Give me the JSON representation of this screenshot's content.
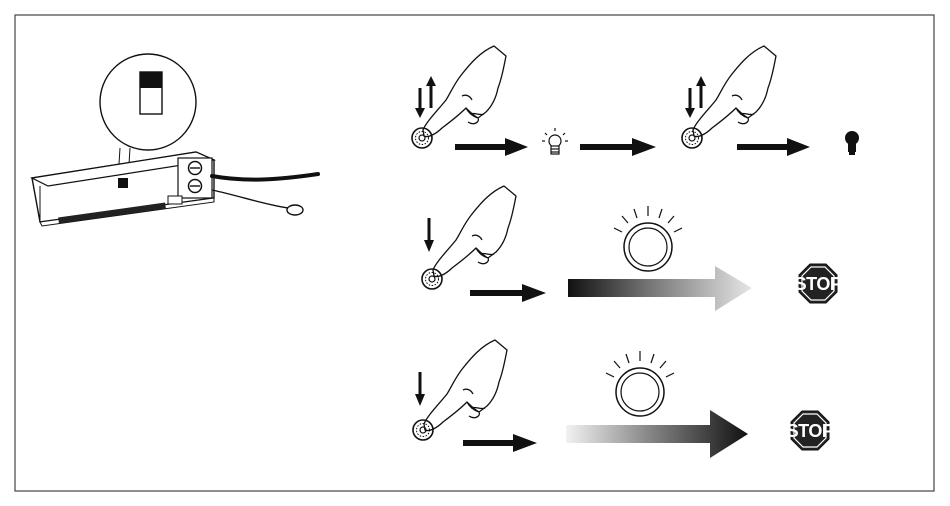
{
  "instruction_rows": [
    {
      "id": "toggle",
      "press": "up-down",
      "result_icons": [
        "bulb-outline-icon",
        "bulb-filled-icon"
      ]
    },
    {
      "id": "dim-fade-out",
      "press": "down",
      "result_icons": [
        "glowing-ring-icon",
        "stop-sign-icon"
      ],
      "stop_label": "STOP"
    },
    {
      "id": "dim-fade-in",
      "press": "down",
      "result_icons": [
        "glowing-ring-icon",
        "stop-sign-icon"
      ],
      "stop_label": "STOP"
    }
  ],
  "colors": {
    "ink": "#1a1a1a",
    "frame": "#444444",
    "stop_fill": "#222222"
  }
}
